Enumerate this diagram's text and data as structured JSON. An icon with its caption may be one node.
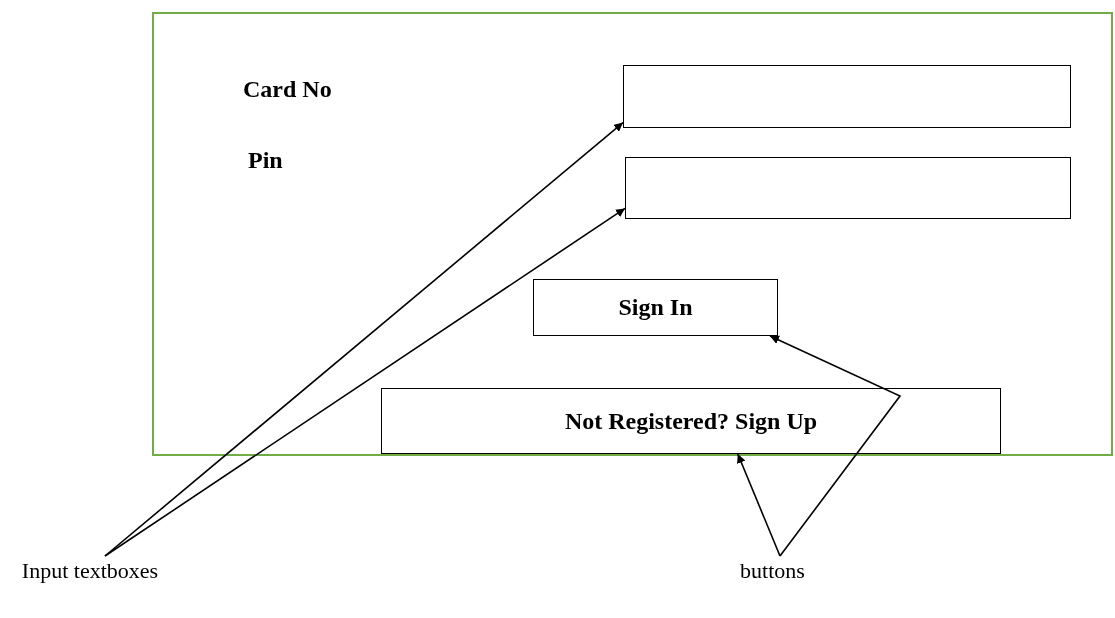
{
  "diagram": {
    "nodes": [
      {
        "text": [],
        "shape": "box"
      },
      {
        "text": [],
        "shape": "box",
        "in": 0
      },
      {
        "text": [],
        "shape": "box",
        "in": 0
      },
      {
        "text": [
          "Sign In"
        ],
        "in": 0
      },
      {
        "text": [
          "Not Registered? Sign Up"
        ],
        "in": 0
      },
      {
        "text": [
          "Input textboxes"
        ]
      },
      {
        "text": [
          "buttons"
        ]
      }
    ],
    "edges": [
      {
        "from": 5,
        "to": 1,
        "arrow": "to"
      },
      {
        "from": 5,
        "to": 2,
        "arrow": "to"
      },
      {
        "from": 6,
        "to": 3,
        "arrow": "to"
      },
      {
        "from": 6,
        "to": 4,
        "arrow": "to"
      }
    ],
    "labels": [
      "Card No",
      "Pin"
    ]
  }
}
